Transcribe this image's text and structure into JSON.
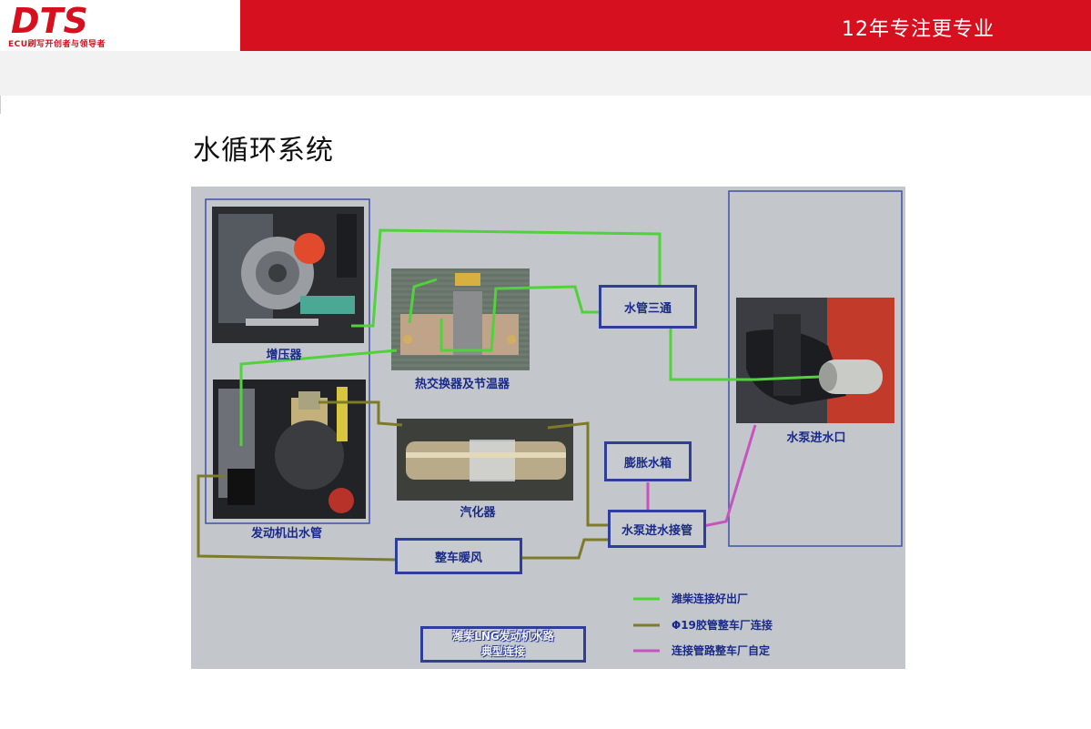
{
  "header": {
    "logo": "DTS",
    "logo_tagline": "ECU刷写开创者与领导者",
    "slogan": "12年专注更专业"
  },
  "page_title": "水循环系统",
  "diagram": {
    "nodes": {
      "turbo": "增压器",
      "heat_exchanger": "热交换器及节温器",
      "engine_outlet": "发动机出水管",
      "vaporizer": "汽化器",
      "water_tee": "水管三通",
      "expansion_tank": "膨胀水箱",
      "pump_inlet_pipe": "水泵进水接管",
      "cabin_heater": "整车暖风",
      "pump_inlet": "水泵进水口"
    },
    "legend": [
      {
        "label": "潍柴连接好出厂",
        "color": "#4fd23a"
      },
      {
        "label": "Φ19胶管整车厂连接",
        "color": "#7d7a2a"
      },
      {
        "label": "连接管路整车厂自定",
        "color": "#c653c0"
      }
    ],
    "caption_line1": "潍柴LNG发动机水路",
    "caption_line2": "典型连接"
  }
}
